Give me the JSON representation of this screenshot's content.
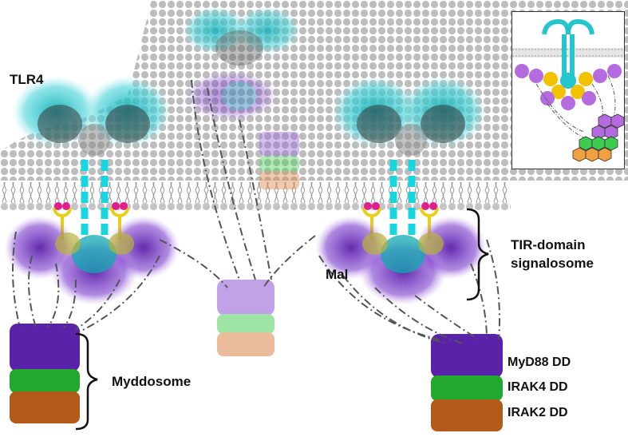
{
  "labels": {
    "tlr4": "TLR4",
    "mal": "Mal",
    "tir_line1": "TIR-domain",
    "tir_line2": "signalosome",
    "myddosome": "Myddosome",
    "myd88": "MyD88 DD",
    "irak4": "IRAK4 DD",
    "irak2": "IRAK2 DD"
  },
  "colors": {
    "membrane_gray": "#b8b8b8",
    "tlr4_cyan": "#22c6cc",
    "tlr4_dark": "#3a3a3a",
    "myd88_purple": "#6a2fb0",
    "irak4_green": "#2fbf3a",
    "irak2_orange": "#c86a22",
    "mal_yellow": "#e8d020",
    "mal_magenta": "#e0208a",
    "inset_purple": "#b46be0",
    "inset_yellow": "#f2c200",
    "inset_green": "#3dcc4f",
    "inset_orange": "#f0a040"
  },
  "icons": [
    "tlr4-ectodomain",
    "membrane-bilayer",
    "mal-anchor",
    "tir-signalosome",
    "death-domain-stack",
    "schematic-inset",
    "bracket"
  ]
}
